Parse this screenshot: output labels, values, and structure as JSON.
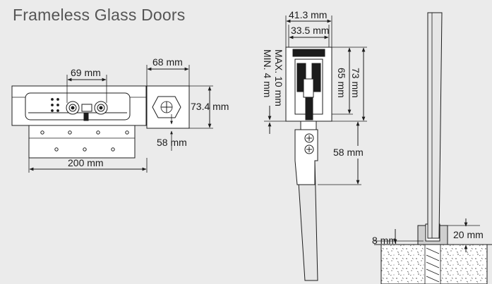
{
  "title": "Frameless Glass Doors",
  "dimensions": {
    "top_width": "68 mm",
    "roller_spacing": "69 mm",
    "track_height": "73.4 mm",
    "fixing_height": "58 mm",
    "rail_length": "200 mm",
    "outer_width": "41.3 mm",
    "inner_width": "33.5 mm",
    "max_gap": "MAX. 10 mm",
    "min_gap": "MIN. 4 mm",
    "track_inner_height": "65 mm",
    "track_outer_height": "73 mm",
    "clamp_height": "58 mm",
    "floor_recess": "8 mm",
    "guide_height": "20 mm"
  }
}
